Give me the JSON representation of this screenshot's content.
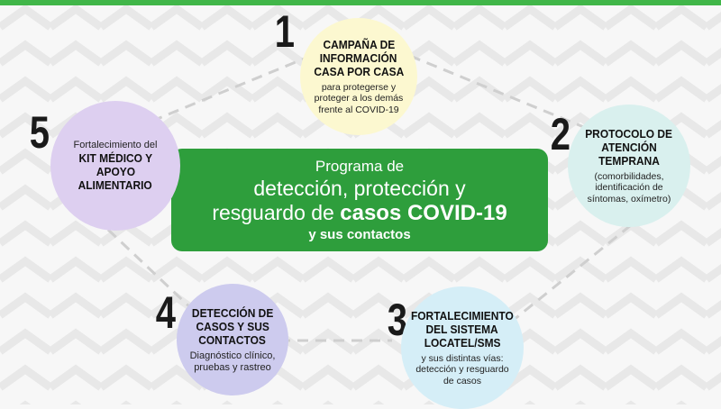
{
  "colors": {
    "background": "#f7f7f7",
    "chevron": "#e8e8e8",
    "top_border": "#41b649",
    "center_box": "#2e9e3c",
    "circle1": "#fcf8d0",
    "circle2": "#d9f0ee",
    "circle3": "#d5eef7",
    "circle4": "#cdcbee",
    "circle5": "#ddcff0",
    "connector": "#cfcfcf"
  },
  "center": {
    "line1": "Programa de",
    "line2": "detección, protección y",
    "line3_pre": "resguardo de ",
    "line3_bold": "casos COVID-19",
    "line4": "y sus contactos"
  },
  "steps": [
    {
      "number": "1",
      "title": [
        "CAMPAÑA DE",
        "INFORMACIÓN",
        "CASA POR CASA"
      ],
      "desc": [
        "para protegerse y",
        "proteger a los demás",
        "frente al COVID-19"
      ]
    },
    {
      "number": "2",
      "title": [
        "PROTOCOLO DE",
        "ATENCIÓN TEMPRANA"
      ],
      "desc": [
        "(comorbilidades,",
        "identificación de",
        "síntomas, oxímetro)"
      ]
    },
    {
      "number": "3",
      "title": [
        "FORTALECIMIENTO",
        "DEL SISTEMA",
        "LOCATEL/SMS"
      ],
      "desc": [
        "y sus distintas vías:",
        "detección y resguardo",
        "de casos"
      ]
    },
    {
      "number": "4",
      "title": [
        "DETECCIÓN DE",
        "CASOS Y SUS",
        "CONTACTOS"
      ],
      "desc": [
        "Diagnóstico clínico,",
        "pruebas y rastreo"
      ]
    },
    {
      "number": "5",
      "pre": "Fortalecimiento del",
      "title": [
        "KIT MÉDICO Y",
        "APOYO",
        "ALIMENTARIO"
      ]
    }
  ]
}
